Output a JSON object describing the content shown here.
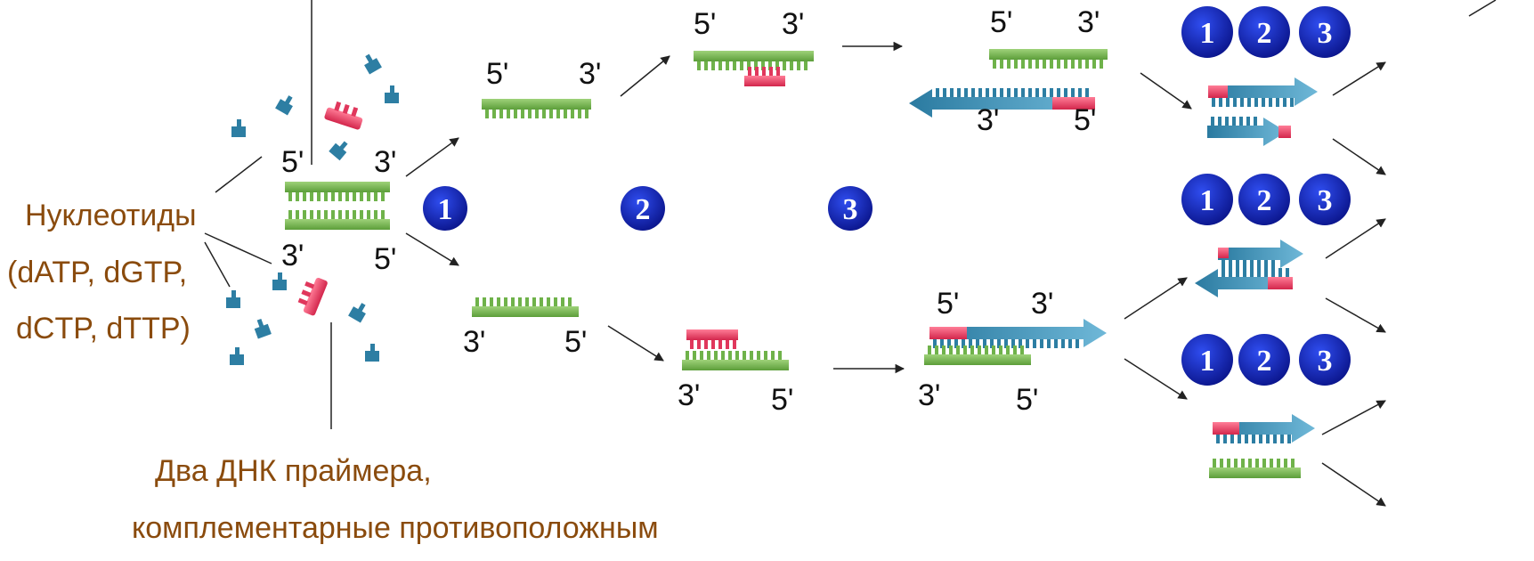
{
  "labels": {
    "nucleotides": "Нуклеотиды",
    "nucleotide_list_1": "(dATP, dGTP,",
    "nucleotide_list_2": "dCTP, dTTP)",
    "primers_1": "Два  ДНК  праймера,",
    "primers_2": "комплементарные противоположным",
    "end5": "5'",
    "end3": "3'"
  },
  "steps": [
    "1",
    "2",
    "3"
  ],
  "colors": {
    "green": "#6fb24a",
    "red": "#e0375c",
    "blue": "#2d7ea3",
    "circle": "#0a1fa8",
    "label": "#8a4b0d"
  }
}
